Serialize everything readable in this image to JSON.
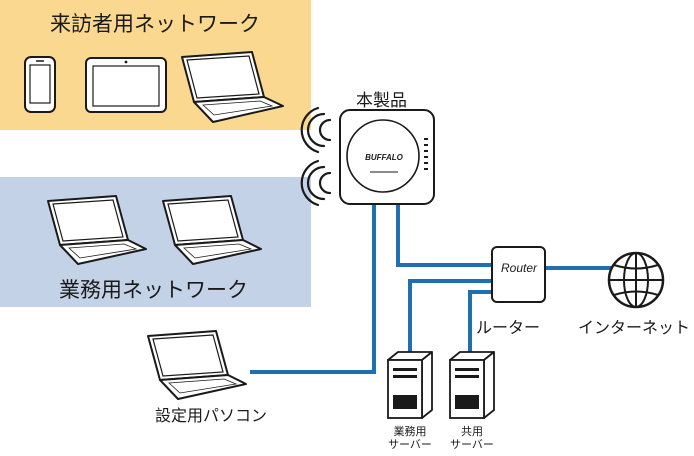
{
  "zones": {
    "guest": {
      "title": "来訪者用ネットワーク",
      "color": "#fad890"
    },
    "business": {
      "title": "業務用ネットワーク",
      "color": "#c4d2e8"
    }
  },
  "product": {
    "label": "本製品",
    "brand": "BUFFALO",
    "sub": ""
  },
  "router": {
    "inner_label": "Router",
    "label": "ルーター"
  },
  "internet": {
    "label": "インターネット"
  },
  "admin_pc": {
    "label": "設定用パソコン"
  },
  "servers": {
    "business": {
      "line1": "業務用",
      "line2": "サーバー"
    },
    "shared": {
      "line1": "共用",
      "line2": "サーバー"
    }
  },
  "colors": {
    "cable": "#1f6fb5",
    "outline": "#1a1a1a"
  }
}
